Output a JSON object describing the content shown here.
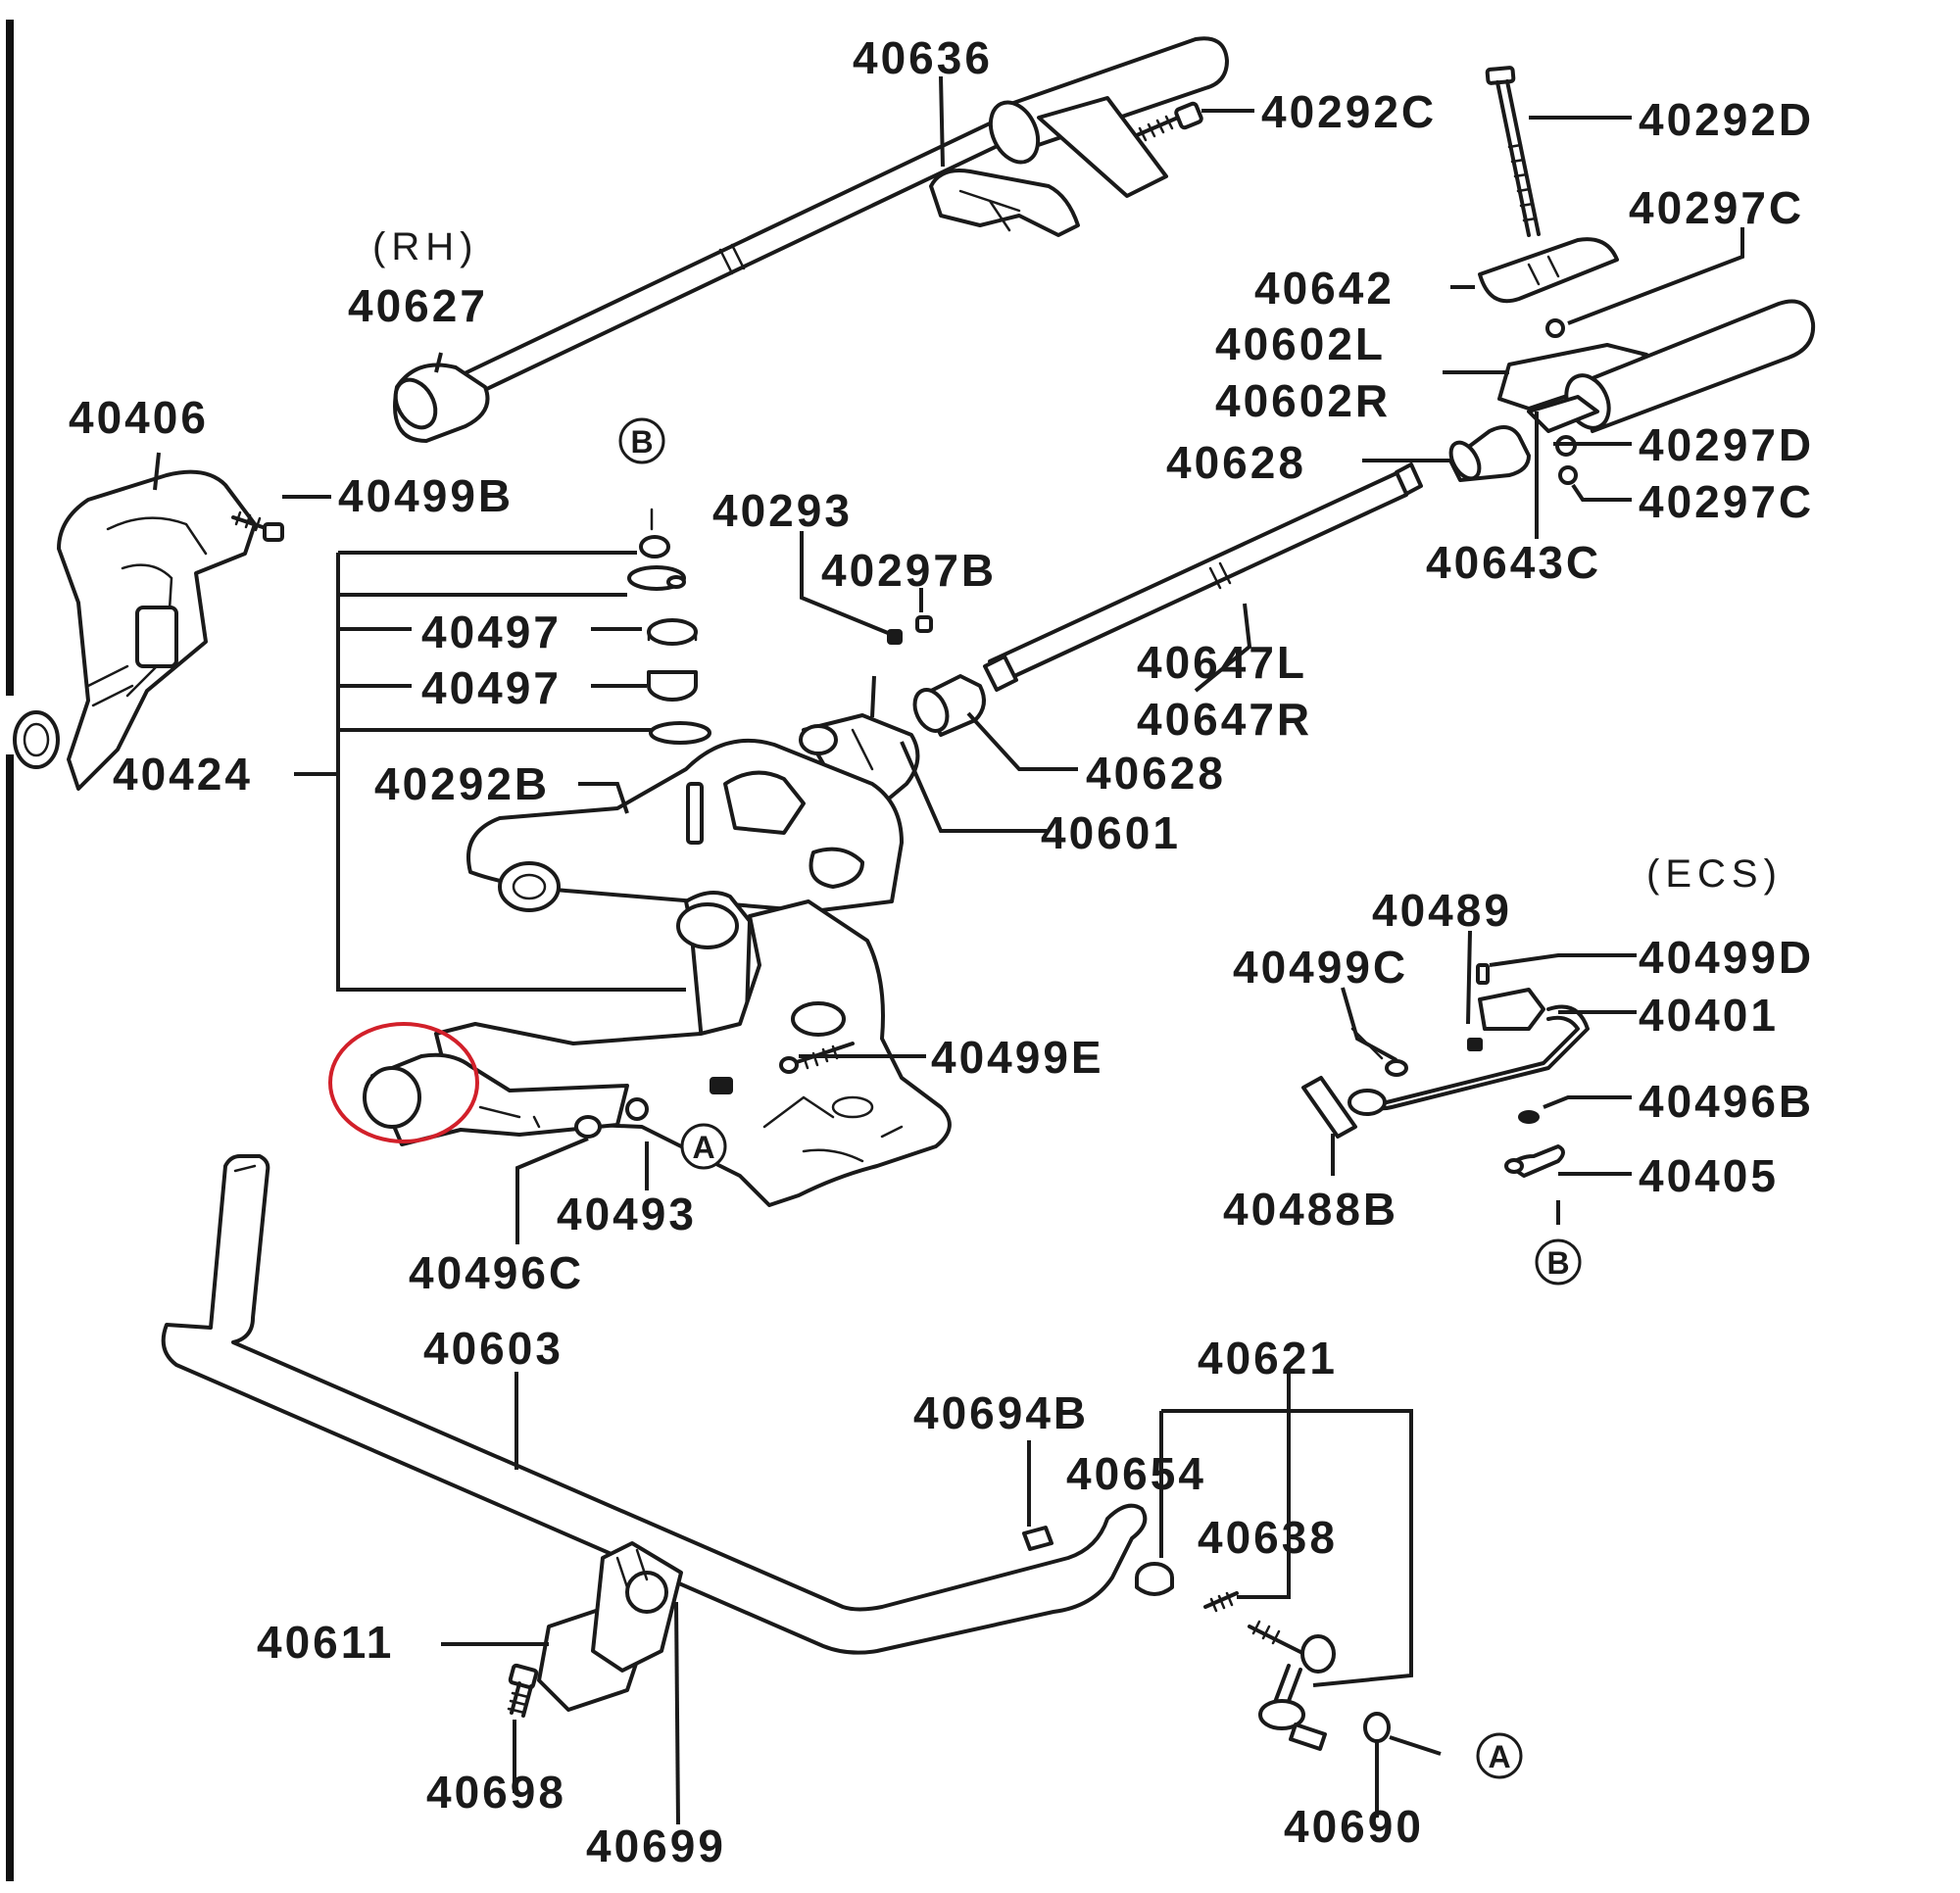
{
  "diagram": {
    "colors": {
      "ink": "#1a1a1a",
      "highlight": "#d2202a",
      "background": "#ffffff"
    },
    "groups": {
      "rh": "(RH)",
      "ecs": "(ECS)"
    },
    "refs": {
      "a1": "A",
      "a2": "A",
      "b1": "B",
      "b2": "B"
    },
    "labels": {
      "p40636": "40636",
      "p40292C": "40292C",
      "p40292D": "40292D",
      "p40297C_top": "40297C",
      "p40642": "40642",
      "p40627": "40627",
      "p40602L": "40602L",
      "p40602R": "40602R",
      "p40406": "40406",
      "p40628_top": "40628",
      "p40297D": "40297D",
      "p40297C_mid": "40297C",
      "p40499B": "40499B",
      "p40293": "40293",
      "p40643C": "40643C",
      "p40297B": "40297B",
      "p40497a": "40497",
      "p40497b": "40497",
      "p40647L": "40647L",
      "p40647R": "40647R",
      "p40628_mid": "40628",
      "p40424": "40424",
      "p40292B": "40292B",
      "p40601": "40601",
      "p40489": "40489",
      "p40499C": "40499C",
      "p40499D": "40499D",
      "p40401": "40401",
      "p40499E": "40499E",
      "p40496B": "40496B",
      "p40405": "40405",
      "p40493": "40493",
      "p40488B": "40488B",
      "p40496C": "40496C",
      "p40603": "40603",
      "p40621": "40621",
      "p40694B": "40694B",
      "p40654": "40654",
      "p40638": "40638",
      "p40611": "40611",
      "p40698": "40698",
      "p40699": "40699",
      "p40690": "40690"
    }
  }
}
